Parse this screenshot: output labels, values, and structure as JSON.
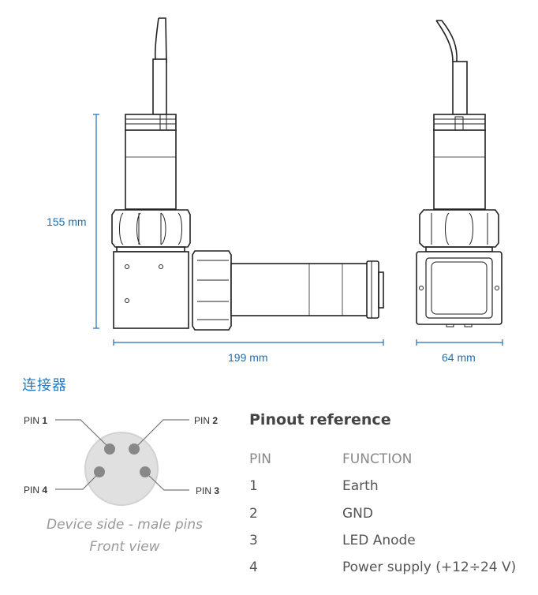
{
  "dimensions": {
    "height": "155 mm",
    "length": "199 mm",
    "width": "64 mm"
  },
  "colors": {
    "accent": "#1f6fb2",
    "connector_face": "#e0e0e0",
    "pin": "#8a8a8a"
  },
  "connector": {
    "section_title": "连接器",
    "pins": [
      {
        "prefix": "PIN",
        "num": "1"
      },
      {
        "prefix": "PIN",
        "num": "2"
      },
      {
        "prefix": "PIN",
        "num": "3"
      },
      {
        "prefix": "PIN",
        "num": "4"
      }
    ],
    "caption_line1": "Device side - male pins",
    "caption_line2": "Front view"
  },
  "pinout": {
    "title": "Pinout reference",
    "headers": [
      "PIN",
      "FUNCTION"
    ],
    "rows": [
      {
        "pin": "1",
        "function": "Earth"
      },
      {
        "pin": "2",
        "function": "GND"
      },
      {
        "pin": "3",
        "function": "LED Anode"
      },
      {
        "pin": "4",
        "function": "Power supply (+12÷24 V)"
      }
    ]
  }
}
